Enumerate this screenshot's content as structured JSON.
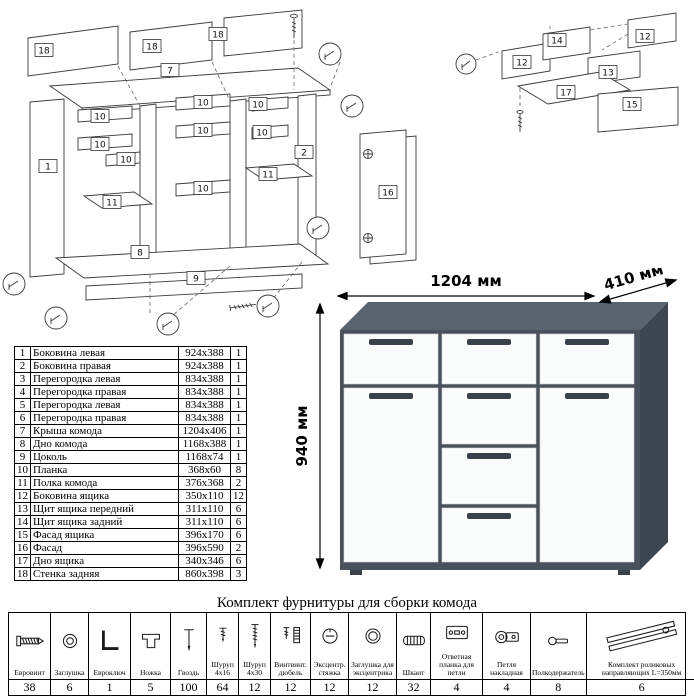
{
  "exploded_main": {
    "labels": [
      "18",
      "18",
      "18",
      "7",
      "1",
      "10",
      "10",
      "10",
      "10",
      "10",
      "10",
      "10",
      "10",
      "2",
      "11",
      "11",
      "16",
      "8",
      "9"
    ]
  },
  "exploded_drawer": {
    "labels": [
      "14",
      "12",
      "12",
      "13",
      "17",
      "15"
    ]
  },
  "dresser": {
    "width_label": "1204 мм",
    "depth_label": "410 мм",
    "height_label": "940 мм",
    "colors": {
      "carcass": "#49525c",
      "top_face": "#5a646f",
      "side_face": "#3d4650",
      "front": "#fafbfb",
      "handle": "#39424b"
    }
  },
  "parts": {
    "rows": [
      {
        "n": "1",
        "name": "Боковина левая",
        "size": "924x388",
        "qty": "1"
      },
      {
        "n": "2",
        "name": "Боковина правая",
        "size": "924x388",
        "qty": "1"
      },
      {
        "n": "3",
        "name": "Перегородка левая",
        "size": "834x388",
        "qty": "1"
      },
      {
        "n": "4",
        "name": "Перегородка правая",
        "size": "834x388",
        "qty": "1"
      },
      {
        "n": "5",
        "name": "Перегородка левая",
        "size": "834x388",
        "qty": "1"
      },
      {
        "n": "6",
        "name": "Перегородка правая",
        "size": "834x388",
        "qty": "1"
      },
      {
        "n": "7",
        "name": "Крыша комода",
        "size": "1204x406",
        "qty": "1"
      },
      {
        "n": "8",
        "name": "Дно комода",
        "size": "1168x388",
        "qty": "1"
      },
      {
        "n": "9",
        "name": "Цоколь",
        "size": "1168x74",
        "qty": "1"
      },
      {
        "n": "10",
        "name": "Планка",
        "size": "368x60",
        "qty": "8"
      },
      {
        "n": "11",
        "name": "Полка комода",
        "size": "376x368",
        "qty": "2"
      },
      {
        "n": "12",
        "name": "Боковина ящика",
        "size": "350x110",
        "qty": "12"
      },
      {
        "n": "13",
        "name": "Щит ящика передний",
        "size": "311x110",
        "qty": "6"
      },
      {
        "n": "14",
        "name": "Щит ящика задний",
        "size": "311x110",
        "qty": "6"
      },
      {
        "n": "15",
        "name": "Фасад ящика",
        "size": "396x170",
        "qty": "6"
      },
      {
        "n": "16",
        "name": "Фасад",
        "size": "396x590",
        "qty": "2"
      },
      {
        "n": "17",
        "name": "Дно ящика",
        "size": "340x346",
        "qty": "6"
      },
      {
        "n": "18",
        "name": "Стенка задняя",
        "size": "860x398",
        "qty": "3"
      }
    ]
  },
  "hardware": {
    "title": "Комплект фурнитуры для сборки комода",
    "items": [
      {
        "name": "Евровинт",
        "qty": "38",
        "icon": "euroscrew-icon"
      },
      {
        "name": "Заглушка",
        "qty": "6",
        "icon": "cap-icon"
      },
      {
        "name": "Евроключ",
        "qty": "1",
        "icon": "hexkey-icon"
      },
      {
        "name": "Ножка",
        "qty": "5",
        "icon": "leg-icon"
      },
      {
        "name": "Гвоздь",
        "qty": "100",
        "icon": "nail-icon"
      },
      {
        "name": "Шуруп 4x16",
        "qty": "64",
        "icon": "screw-short-icon"
      },
      {
        "name": "Шуруп 4x30",
        "qty": "12",
        "icon": "screw-long-icon"
      },
      {
        "name": "Винтвинт. дюбель",
        "qty": "12",
        "icon": "screw-dowel-icon"
      },
      {
        "name": "Эксцентр. стяжка",
        "qty": "12",
        "icon": "cam-lock-icon"
      },
      {
        "name": "Заглушка для эксцентрика",
        "qty": "12",
        "icon": "cam-cap-icon"
      },
      {
        "name": "Шкант",
        "qty": "32",
        "icon": "dowel-icon"
      },
      {
        "name": "Ответная планка для петли",
        "qty": "4",
        "icon": "hinge-plate-icon"
      },
      {
        "name": "Петля накладная",
        "qty": "4",
        "icon": "hinge-icon"
      },
      {
        "name": "Полкодержатель",
        "qty": "8",
        "icon": "shelf-support-icon"
      },
      {
        "name": "Комплект роликовых направляющих L=350мм",
        "qty": "6",
        "icon": "roller-guides-icon"
      }
    ]
  }
}
